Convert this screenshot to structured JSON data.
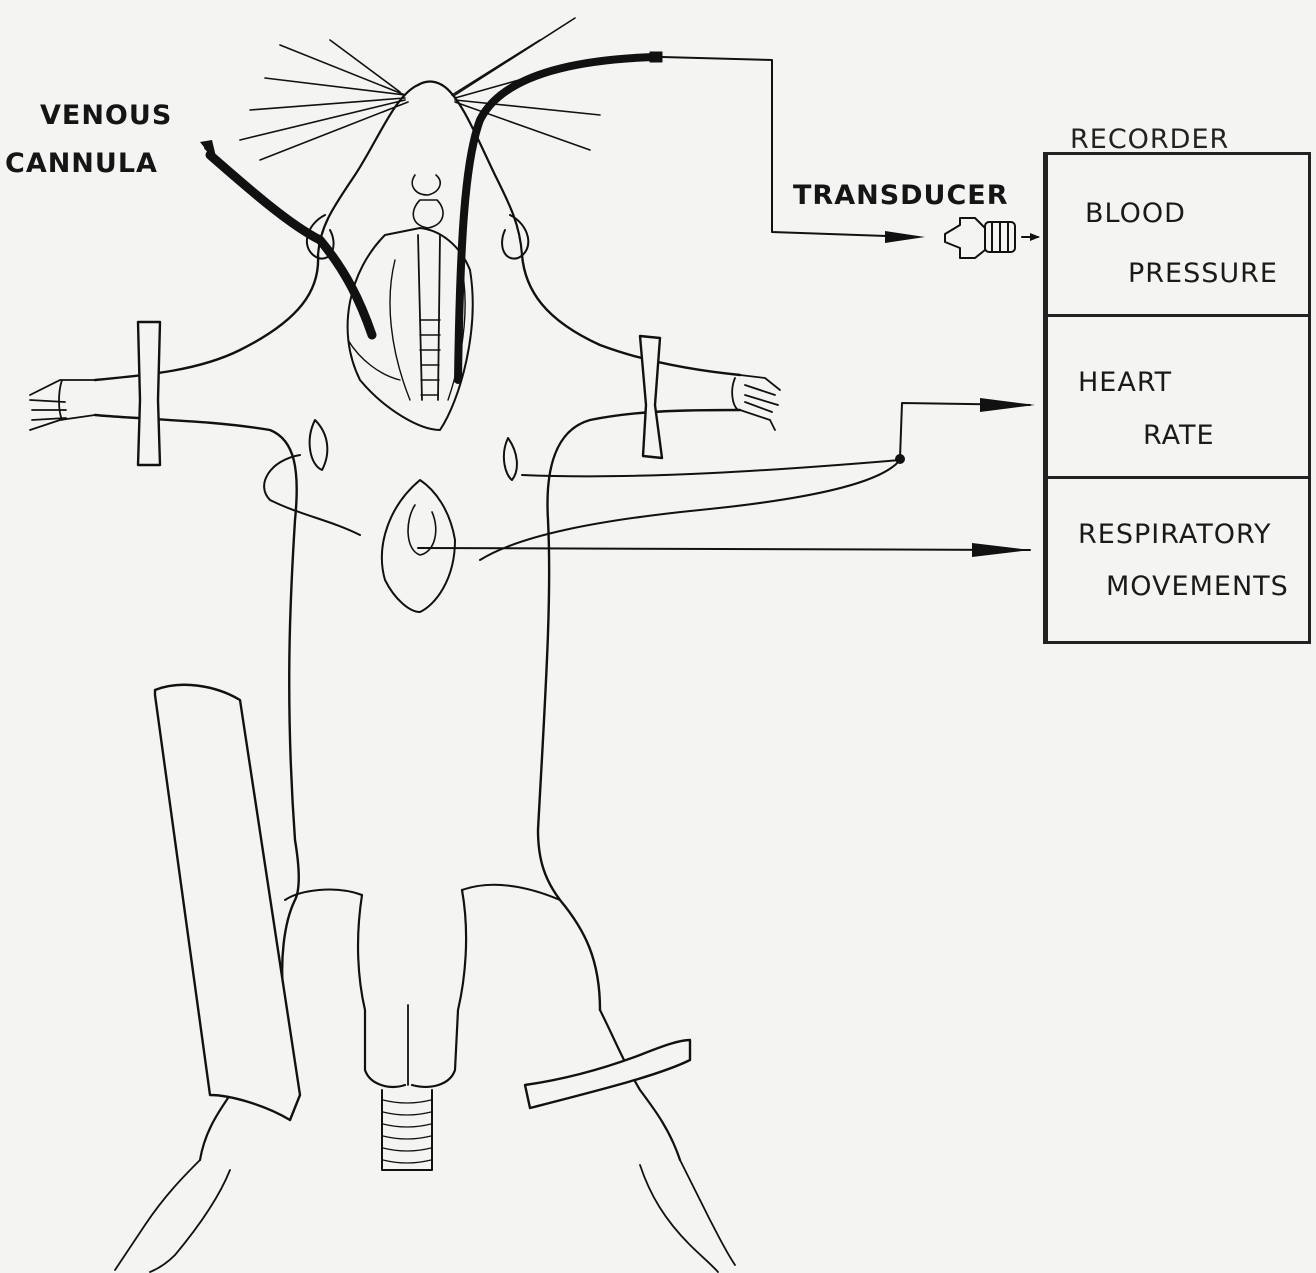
{
  "labels": {
    "venous_cannula_line1": "VENOUS",
    "venous_cannula_line2": "CANNULA",
    "transducer": "TRANSDUCER",
    "recorder": "RECORDER"
  },
  "recorder_channels": [
    {
      "line1": "BLOOD",
      "line2": "PRESSURE"
    },
    {
      "line1": "HEART",
      "line2": "RATE"
    },
    {
      "line1": "RESPIRATORY",
      "line2": "MOVEMENTS"
    }
  ],
  "colors": {
    "background": "#f4f4f2",
    "ink": "#111111"
  }
}
